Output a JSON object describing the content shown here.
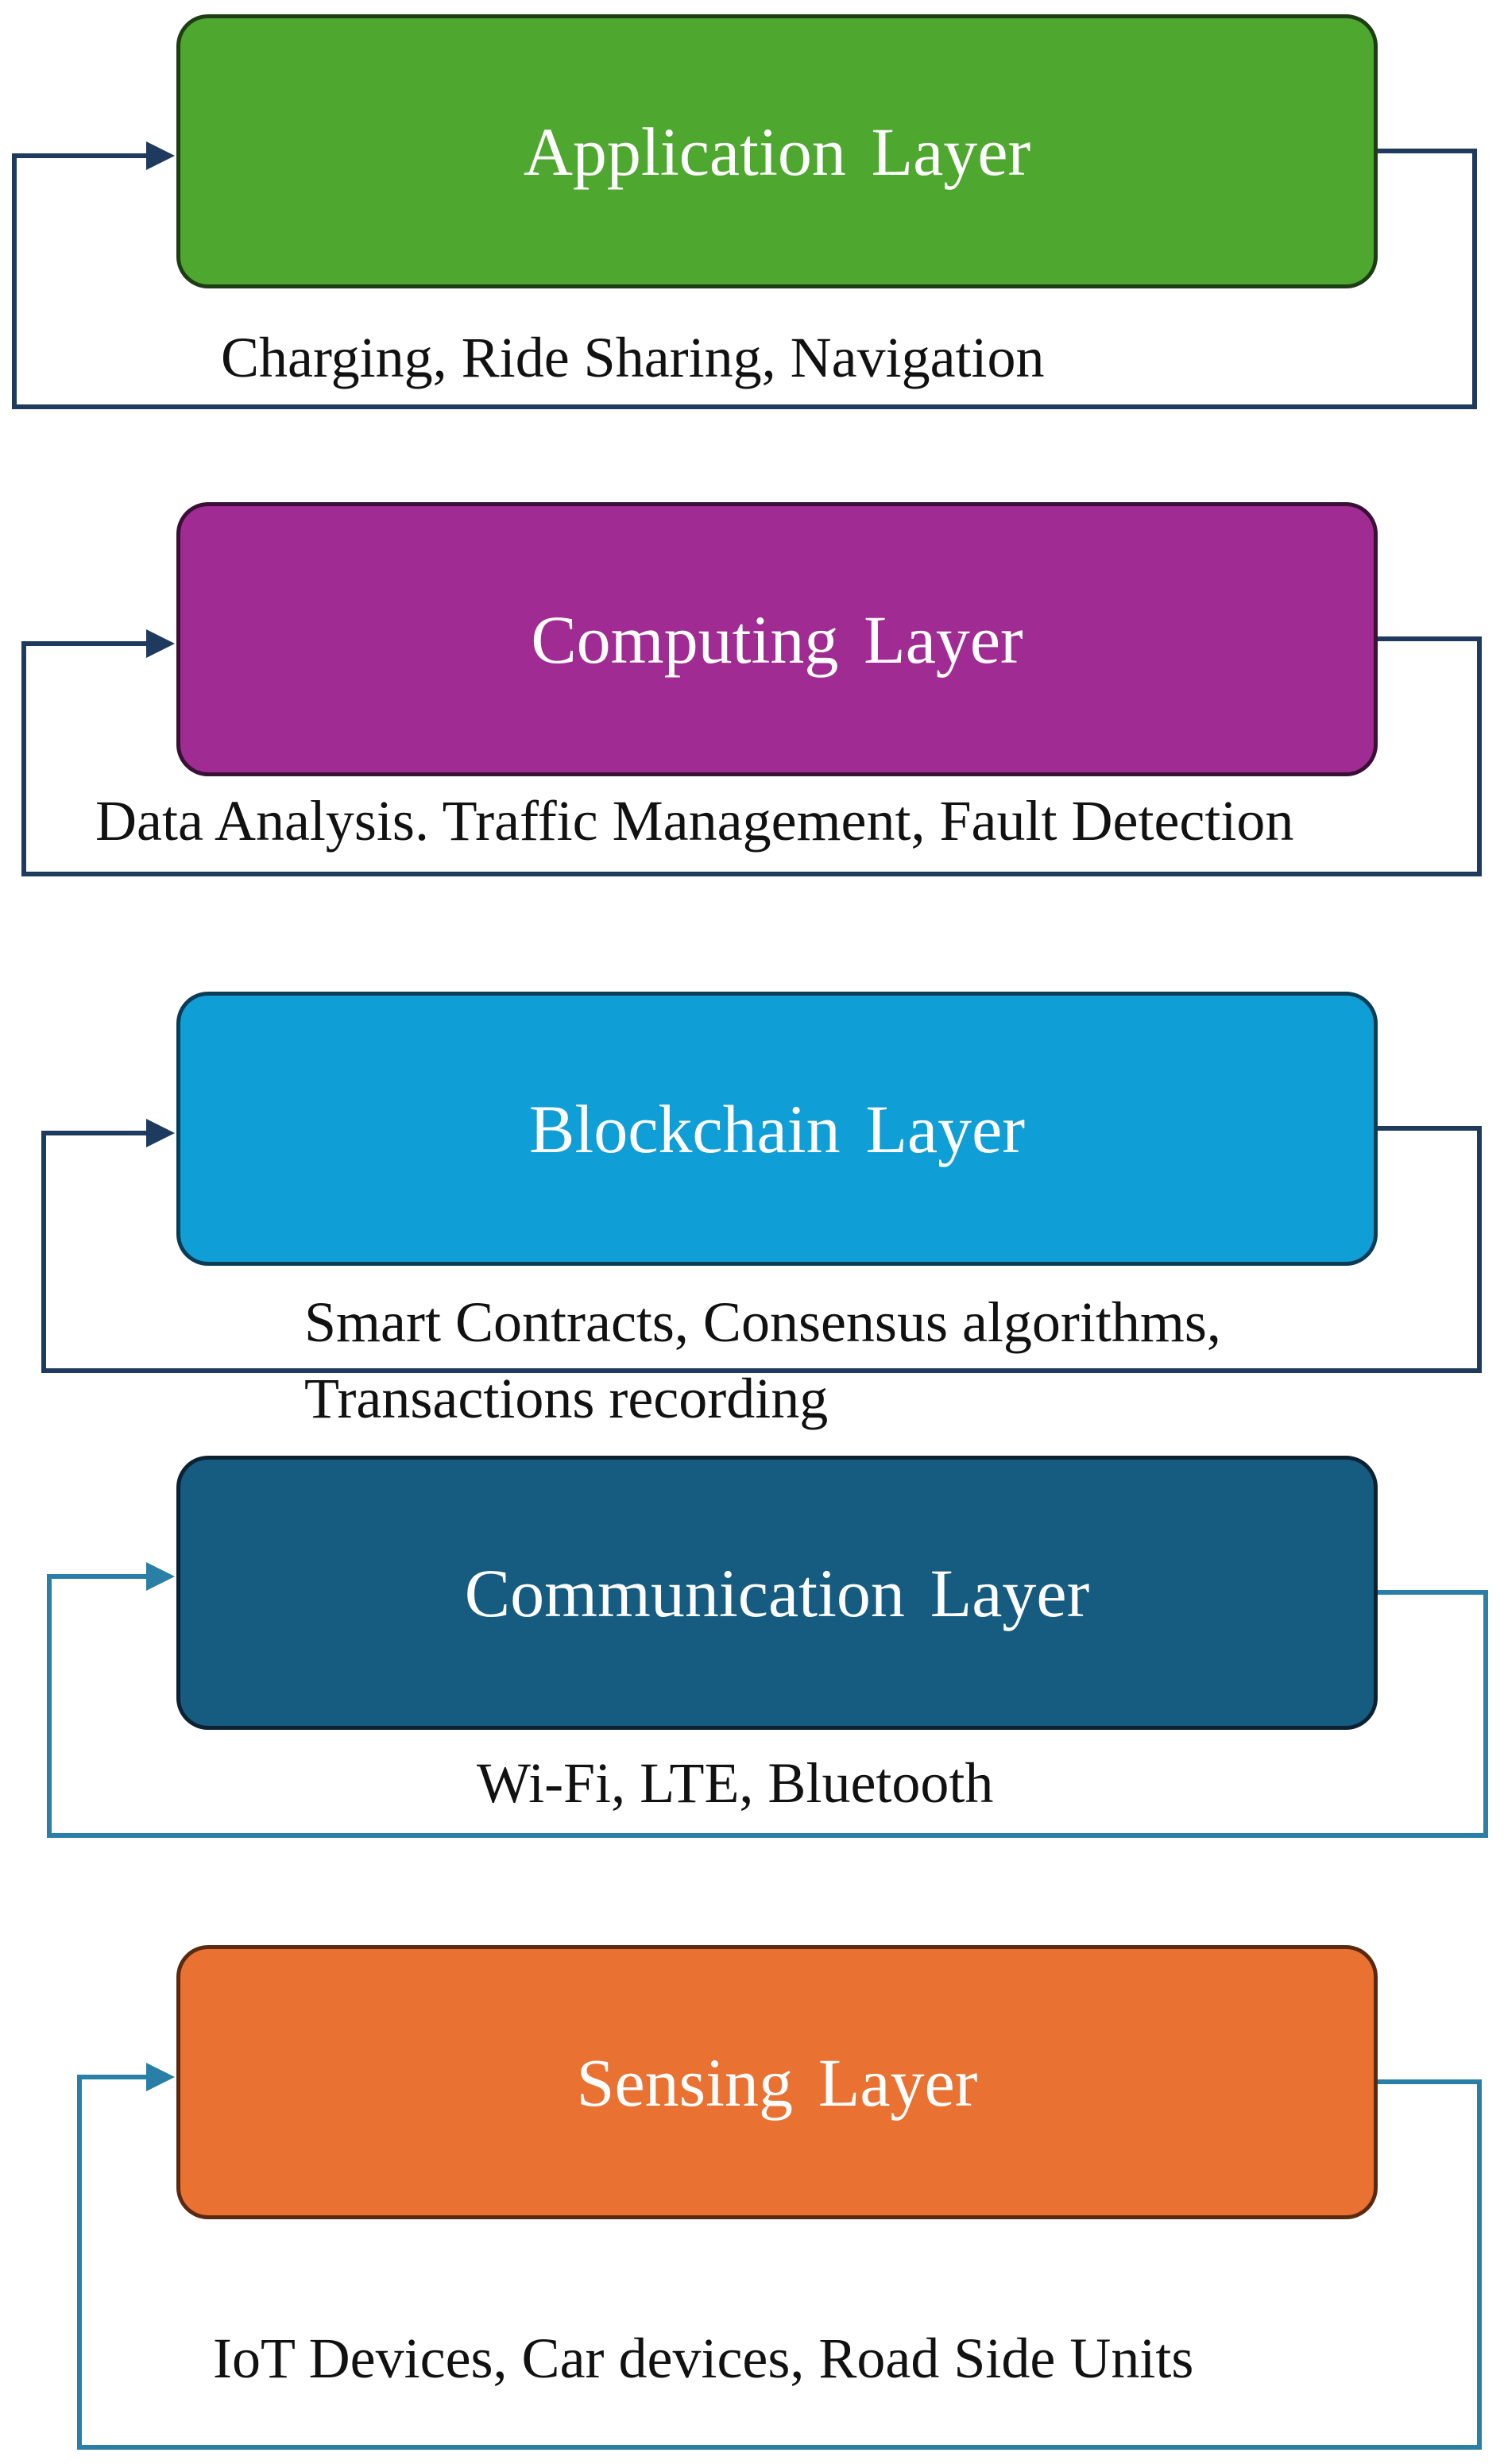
{
  "layers": [
    {
      "title": "Application  Layer",
      "description": [
        "Charging, Ride Sharing, Navigation"
      ],
      "fill": "#4ea72e",
      "border": "#1f3d14",
      "connector": "#1f3a5f"
    },
    {
      "title": "Computing  Layer",
      "description": [
        "Data Analysis. Traffic  Management, Fault Detection"
      ],
      "fill": "#a02b93",
      "border": "#3a1036",
      "connector": "#1f3a5f"
    },
    {
      "title": "Blockchain  Layer",
      "description": [
        "Smart Contracts, Consensus algorithms,",
        "Transactions recording"
      ],
      "fill": "#0f9ed5",
      "border": "#0b3c56",
      "connector": "#1f3a5f"
    },
    {
      "title": "Communication  Layer",
      "description": [
        "Wi-Fi, LTE, Bluetooth"
      ],
      "fill": "#165b80",
      "border": "#0c2233",
      "connector": "#2a7fa6"
    },
    {
      "title": "Sensing  Layer",
      "description": [
        "IoT Devices, Car devices, Road Side Units"
      ],
      "fill": "#e97132",
      "border": "#5a2a10",
      "connector": "#2a7fa6"
    }
  ]
}
